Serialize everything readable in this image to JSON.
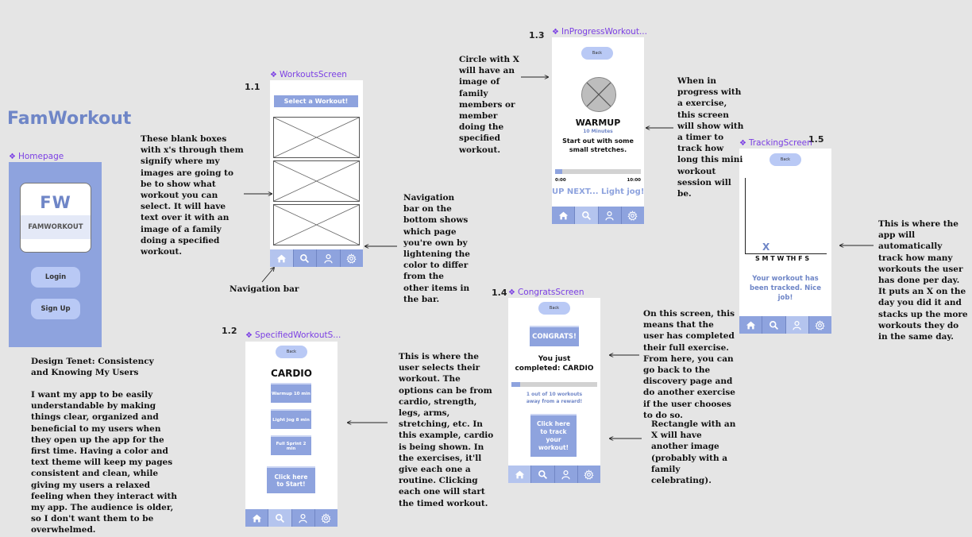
{
  "app_title": "FamWorkout",
  "frames": {
    "homepage": "Homepage",
    "workouts": "WorkoutsScreen",
    "specified": "SpecifiedWorkoutS...",
    "inprogress": "InProgressWorkout...",
    "tracking": "TrackingScreen",
    "congrats": "CongratsScreen"
  },
  "frame_numbers": {
    "workouts": "1.1",
    "specified": "1.2",
    "inprogress": "1.3",
    "congrats": "1.4",
    "tracking": "1.5"
  },
  "homepage": {
    "logo_letters": "FW",
    "logo_name": "FAMWORKOUT",
    "login": "Login",
    "signup": "Sign Up"
  },
  "workouts_screen": {
    "header": "Select a Workout!"
  },
  "specified_screen": {
    "back": "Back",
    "title": "CARDIO",
    "items": [
      "Warmup 10 min",
      "Light Jog 8 min",
      "Full Sprint 2 min"
    ],
    "start": "Click here to Start!"
  },
  "inprogress_screen": {
    "back": "Back",
    "title": "WARMUP",
    "duration": "10 Minutes",
    "instruction": "Start out with some small stretches.",
    "time_start": "0:00",
    "time_end": "10:00",
    "progress": 0.08,
    "up_next": "UP NEXT... Light jog!"
  },
  "tracking_screen": {
    "back": "Back",
    "mark": "X",
    "days": "S M T W TH F S",
    "message": "Your workout has been tracked. Nice job!"
  },
  "congrats_screen": {
    "back": "Back",
    "banner": "CONGRATS!",
    "completed": "You just completed: CARDIO",
    "progress": 0.1,
    "reward_text": "1 out of 10 workouts away from a reward!",
    "track": "Click here to track your workout!"
  },
  "notes": {
    "blank_boxes": "These blank boxes with x's through them signify where my images are going to be to show what workout you can select. It will have text over it with an image of a family doing a specified workout.",
    "nav_bar": "Navigation bar",
    "nav_bottom": "Navigation bar on the bottom shows which page you're own by lightening the color to differ from the other items in the bar.",
    "circle": "Circle with X will have an image of family members or member doing the specified workout.",
    "in_progress": "When in progress with a exercise, this screen will show with a timer to track how long this mini workout session will be.",
    "tracking": "This is where the app will automatically track how many workouts the user has done per day. It puts an X on the day you did it and stacks up the more workouts they do in the same day.",
    "congrats": "On this screen, this means that the user has completed their full exercise. From here, you can go back to the discovery page and do another exercise if the user chooses to do so.",
    "rectangle": "Rectangle with an X will have another image (probably with a family celebrating).",
    "selects": "This is where the user selects their workout. The options can be from cardio, strength, legs, arms, stretching, etc. In this example, cardio is being shown. In the exercises, it'll give each one a routine. Clicking each one will start the timed workout.",
    "design_tenet_title": "Design Tenet: Consistency and Knowing My Users",
    "design_tenet_body": "I want my app to be easily understandable by making things clear, organized and beneficial to my users when they open up the app for the first time. Having a color and text theme will keep my pages consistent and clean, while giving my users a relaxed feeling when they interact with my app. The audience is older, so I don't want them to be overwhelmed."
  },
  "colors": {
    "accent": "#8ea3de",
    "light_accent": "#b9c9f5",
    "title": "#6f86c7",
    "frame_label": "#7b3fe4"
  }
}
